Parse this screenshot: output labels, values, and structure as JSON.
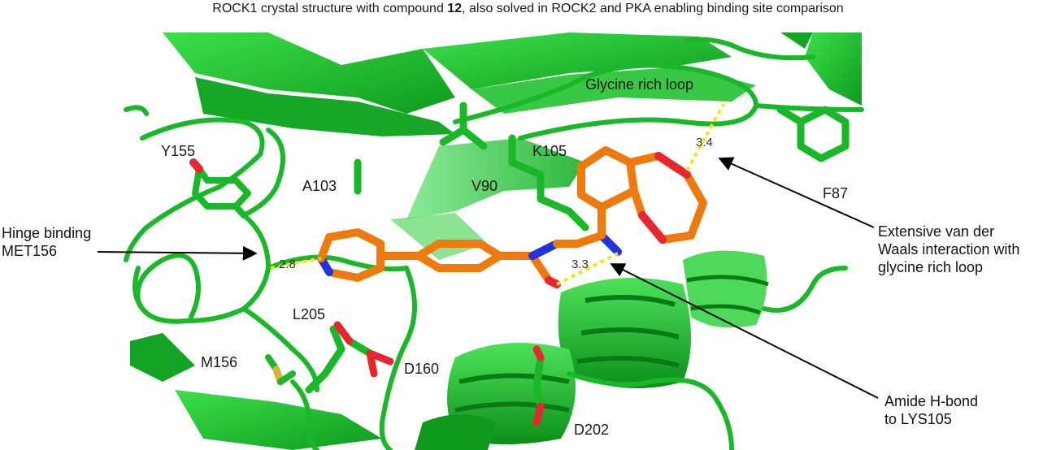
{
  "caption": {
    "before": "ROCK1 crystal structure with compound ",
    "compound": "12",
    "after": ", also solved in ROCK2 and PKA enabling binding site comparison"
  },
  "residues": {
    "glycine_loop": "Glycine rich loop",
    "y155": "Y155",
    "a103": "A103",
    "v90": "V90",
    "k105": "K105",
    "f87": "F87",
    "l205": "L205",
    "m156": "M156",
    "d160": "D160",
    "d202": "D202"
  },
  "distances": {
    "hinge": "2.8",
    "amide": "3.3",
    "loop": "3.4"
  },
  "annotations": {
    "hinge": [
      "Hinge binding",
      "MET156"
    ],
    "vdw": [
      "Extensive van der",
      "Waals interaction with",
      "glycine rich loop"
    ],
    "amide": [
      "Amide H-bond",
      "to LYS105"
    ]
  },
  "colors": {
    "protein": "#1fbf2c",
    "protein_dark": "#0e8a1a",
    "ligand": "#ee7a0e",
    "nitrogen": "#2233dd",
    "oxygen": "#e8262d",
    "sulfur": "#d6b43a",
    "hbond": "#f4e21a"
  }
}
